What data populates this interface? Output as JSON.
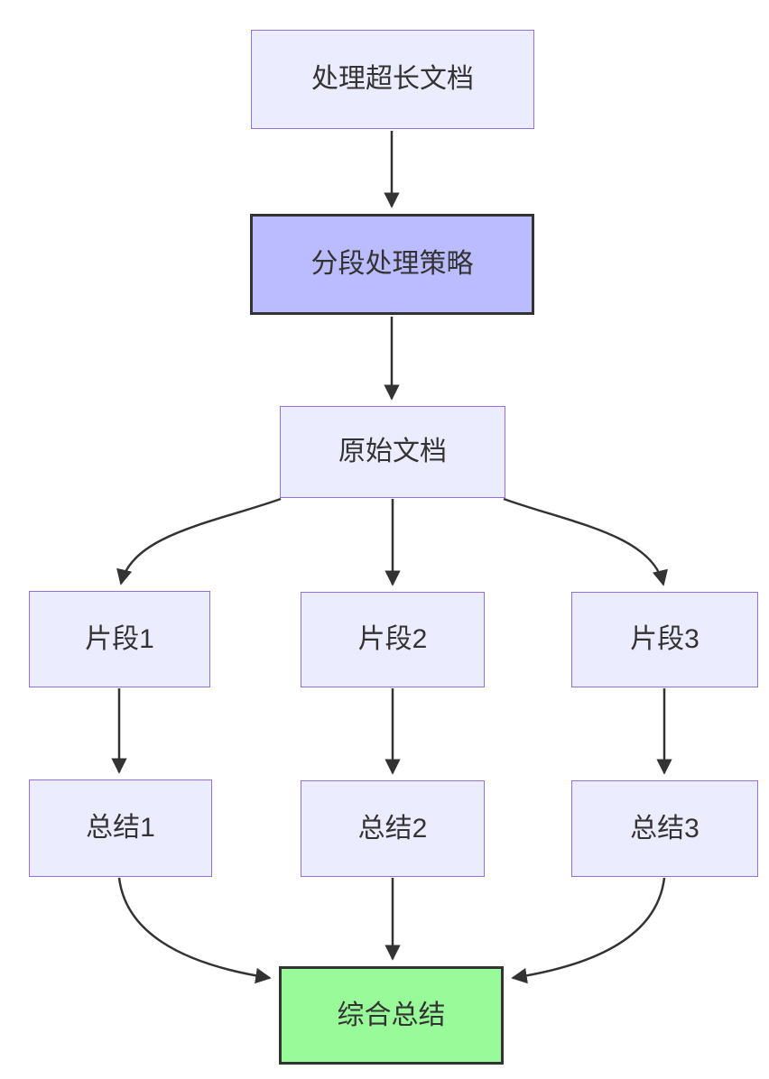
{
  "diagram": {
    "type": "flowchart",
    "direction": "top-down",
    "colors": {
      "background": "#ffffff",
      "node_fill": "#ECECFF",
      "node_border": "#9370DB",
      "strategy_node_fill": "#bbbbff",
      "final_node_fill": "#99fa99",
      "emphasis_border": "#333333",
      "edge_color": "#333333",
      "text_color": "#333333"
    },
    "nodes": [
      {
        "id": "doc",
        "label": "处理超长文档",
        "style": "default"
      },
      {
        "id": "strategy",
        "label": "分段处理策略",
        "style": "emphasis-purple"
      },
      {
        "id": "original",
        "label": "原始文档",
        "style": "default"
      },
      {
        "id": "frag1",
        "label": "片段1",
        "style": "default"
      },
      {
        "id": "frag2",
        "label": "片段2",
        "style": "default"
      },
      {
        "id": "frag3",
        "label": "片段3",
        "style": "default"
      },
      {
        "id": "sum1",
        "label": "总结1",
        "style": "default"
      },
      {
        "id": "sum2",
        "label": "总结2",
        "style": "default"
      },
      {
        "id": "sum3",
        "label": "总结3",
        "style": "default"
      },
      {
        "id": "final",
        "label": "综合总结",
        "style": "emphasis-green"
      }
    ],
    "edges": [
      {
        "from": "doc",
        "to": "strategy"
      },
      {
        "from": "strategy",
        "to": "original"
      },
      {
        "from": "original",
        "to": "frag1"
      },
      {
        "from": "original",
        "to": "frag2"
      },
      {
        "from": "original",
        "to": "frag3"
      },
      {
        "from": "frag1",
        "to": "sum1"
      },
      {
        "from": "frag2",
        "to": "sum2"
      },
      {
        "from": "frag3",
        "to": "sum3"
      },
      {
        "from": "sum1",
        "to": "final"
      },
      {
        "from": "sum2",
        "to": "final"
      },
      {
        "from": "sum3",
        "to": "final"
      }
    ]
  }
}
